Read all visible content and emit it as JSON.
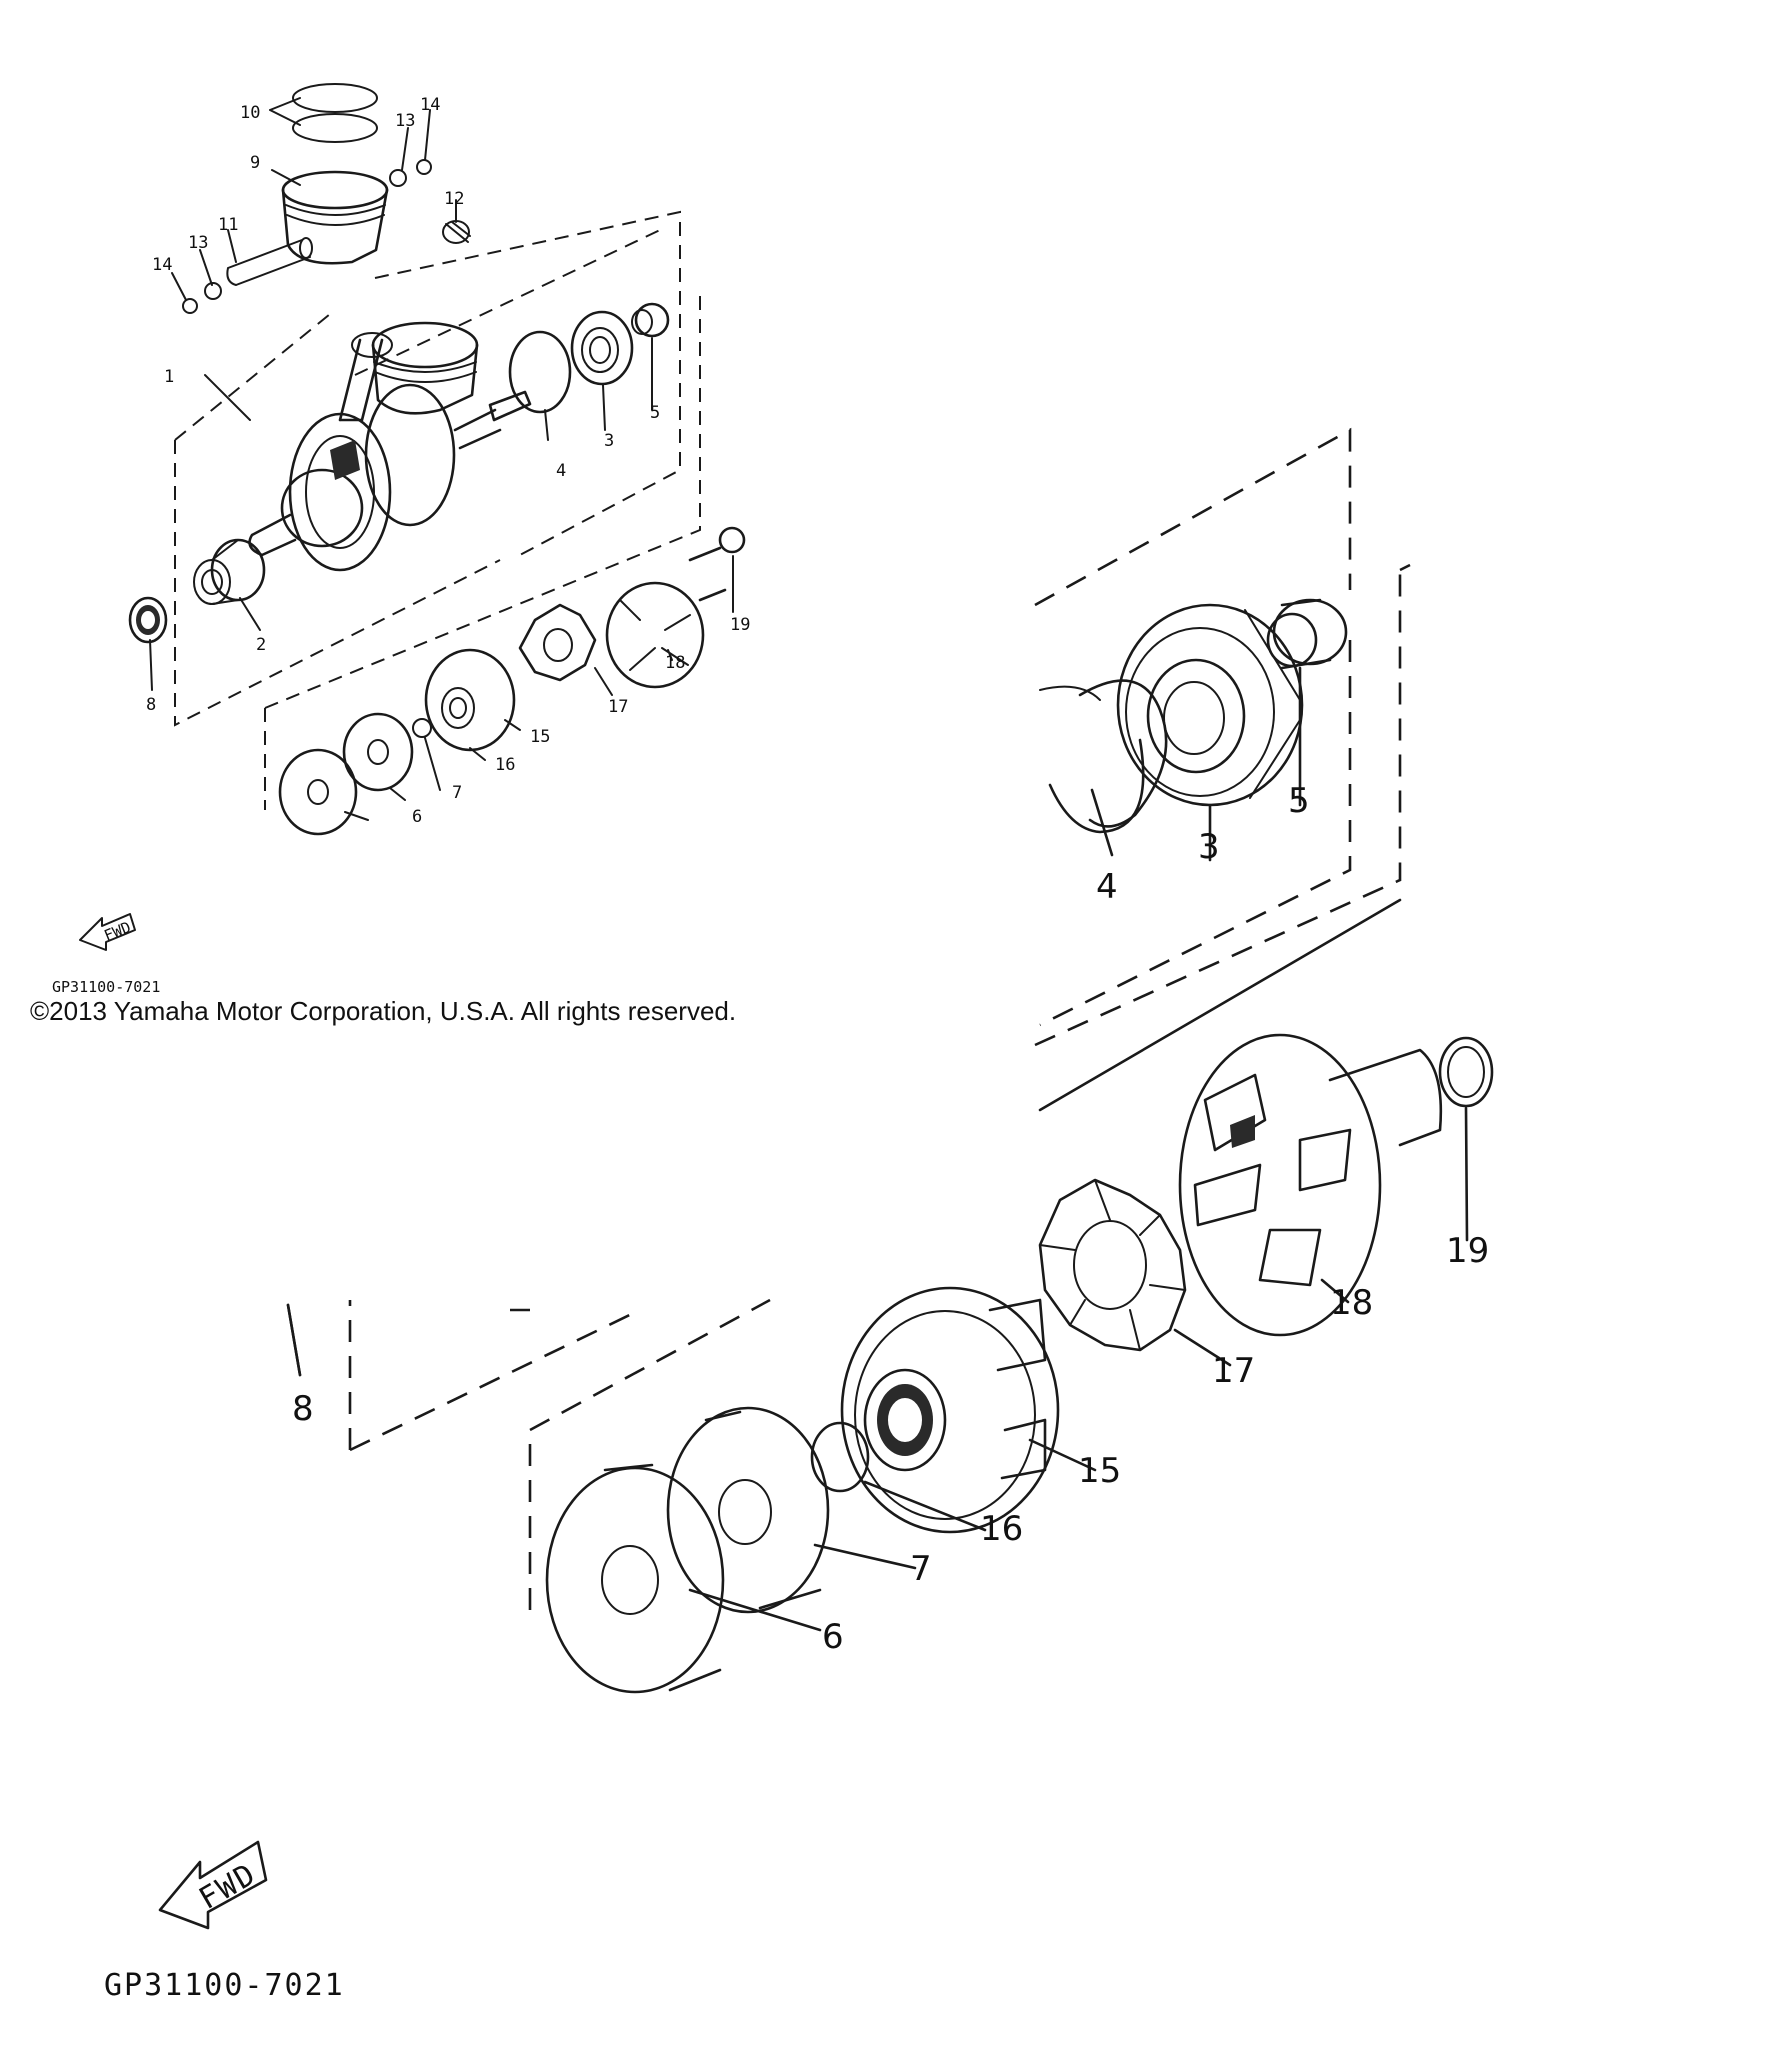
{
  "labels": {
    "small": [
      "1",
      "2",
      "3",
      "4",
      "5",
      "6",
      "7",
      "8",
      "9",
      "10",
      "11",
      "12",
      "13",
      "13",
      "14",
      "14",
      "15",
      "16",
      "17",
      "18",
      "19"
    ],
    "large": [
      "3",
      "4",
      "5",
      "6",
      "7",
      "8",
      "15",
      "16",
      "17",
      "18",
      "19"
    ]
  },
  "fwd_text": "FWD",
  "drawing_code": "GP31100-7021",
  "copyright": "©2013 Yamaha Motor Corporation, U.S.A. All rights reserved."
}
